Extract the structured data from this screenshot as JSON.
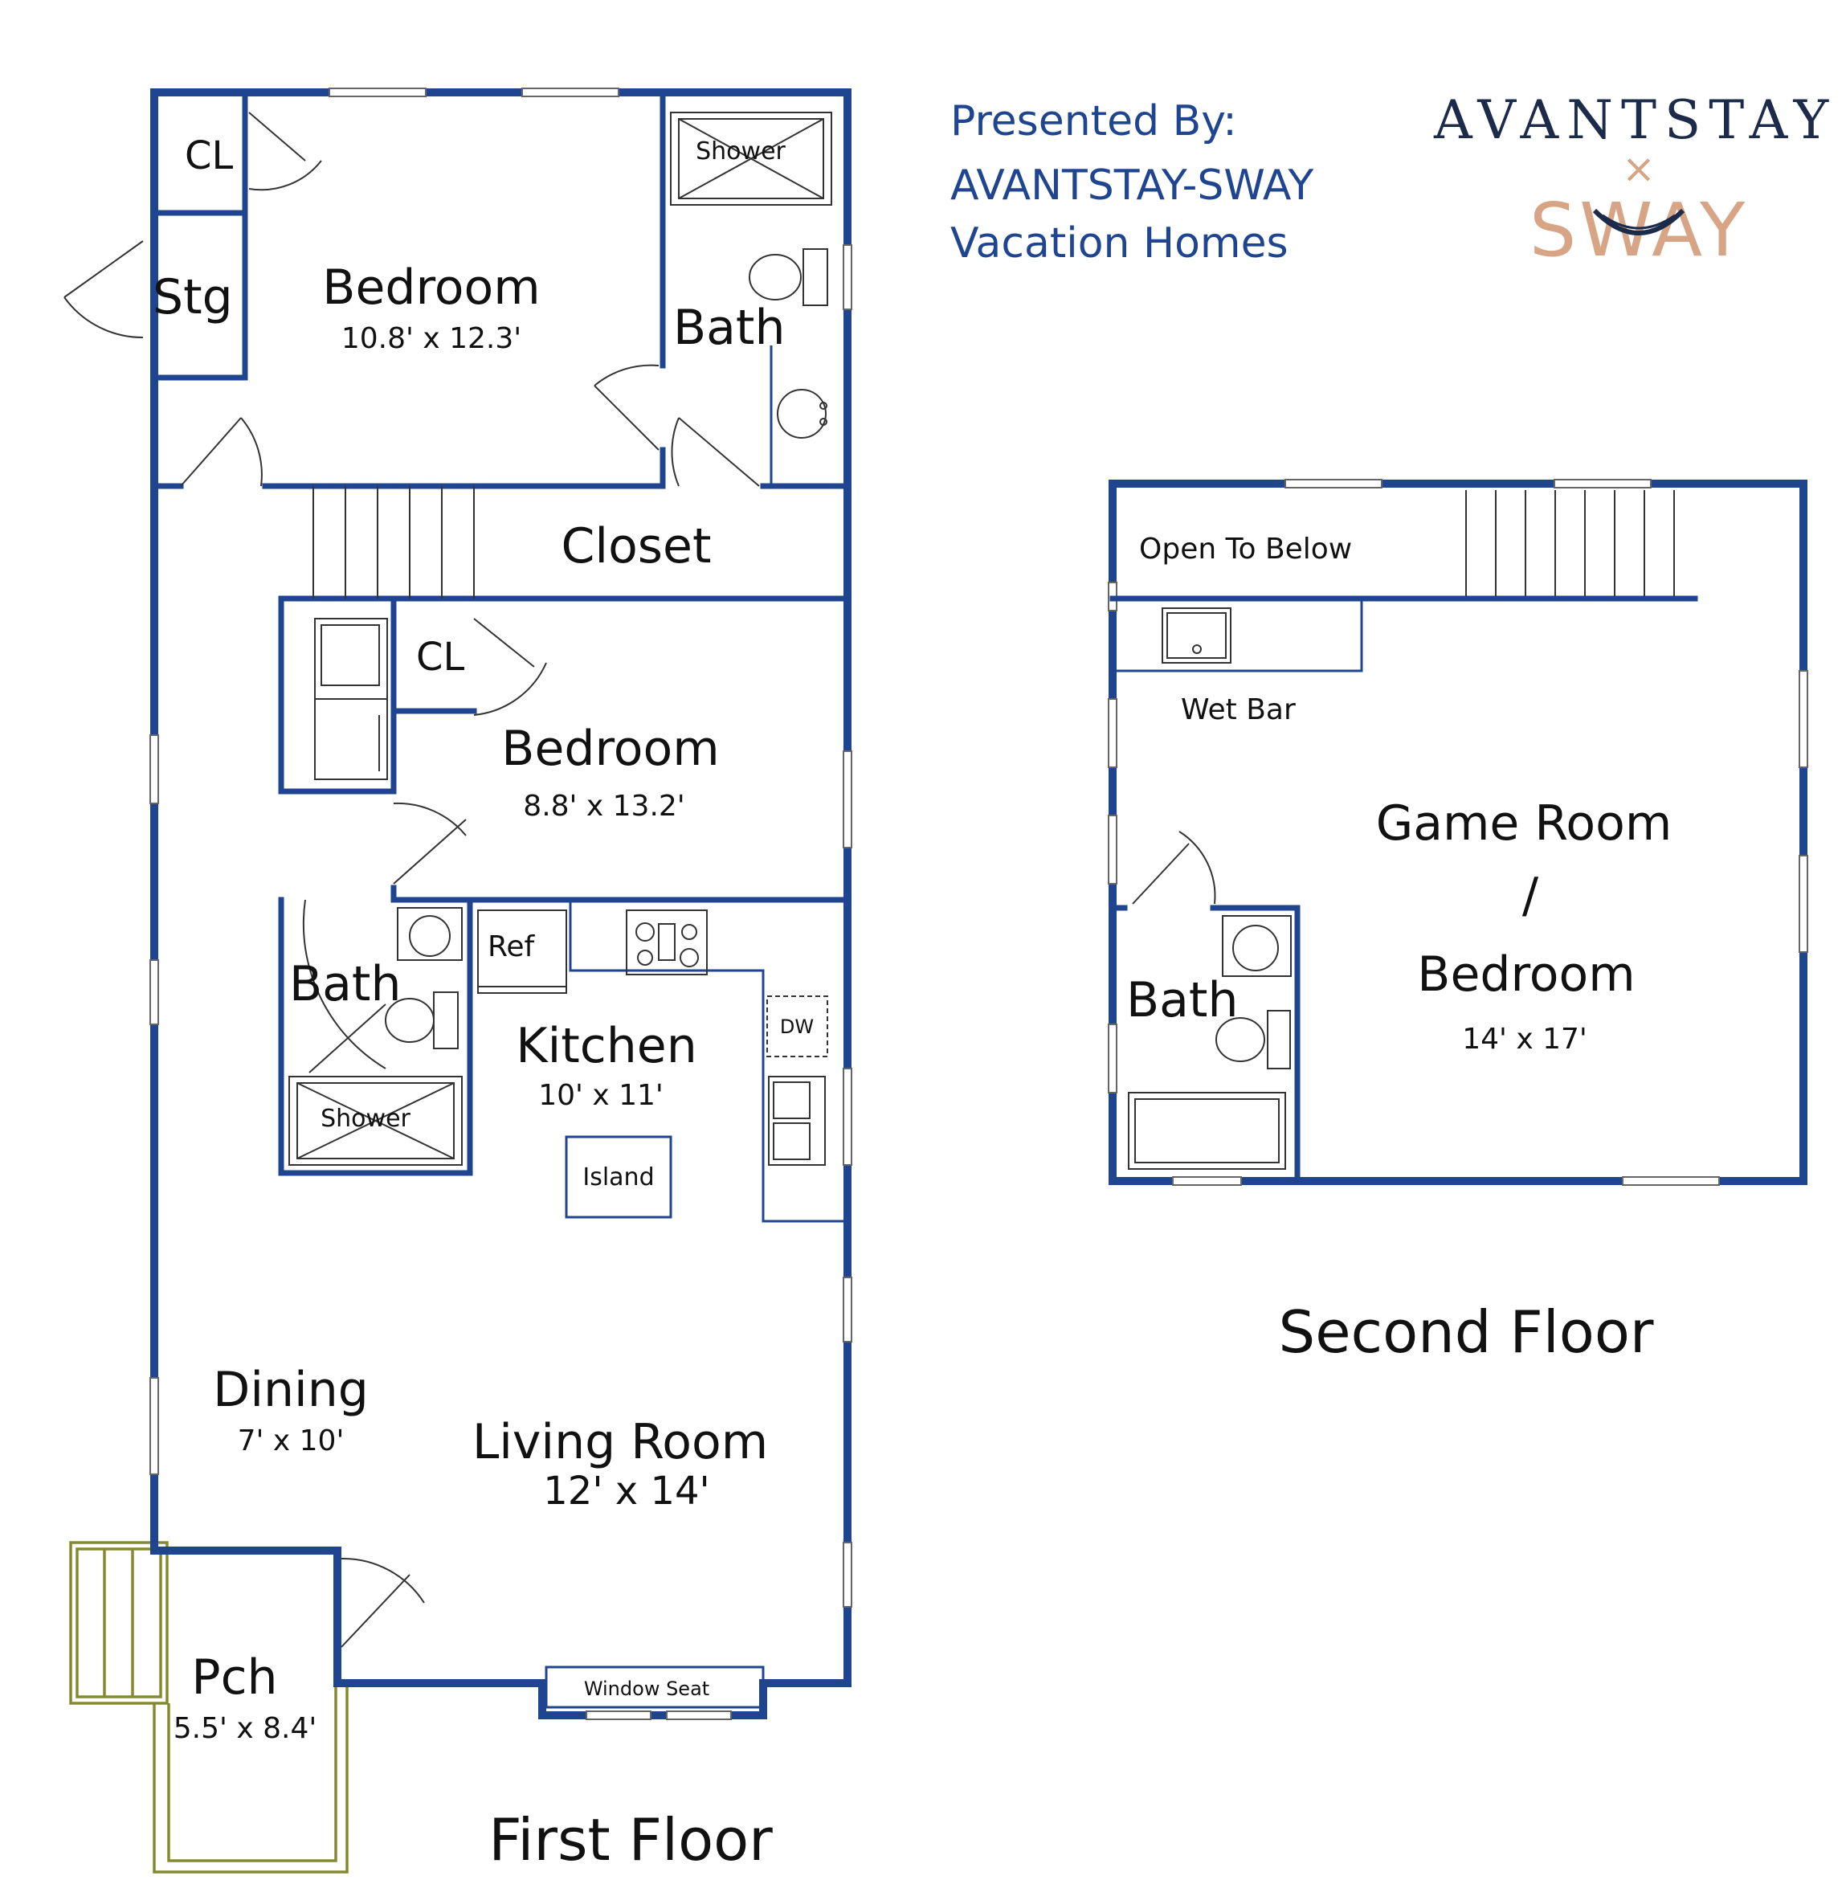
{
  "presenter": {
    "line1": "Presented By:",
    "line2": "AVANTSTAY-SWAY",
    "line3": "Vacation Homes"
  },
  "logo": {
    "brand_top": "AVANTSTAY",
    "separator": "×",
    "brand_bottom": "SWAY"
  },
  "first_floor": {
    "caption": "First Floor",
    "rooms": {
      "cl_top": "CL",
      "storage": "Stg",
      "bedroom1": {
        "name": "Bedroom",
        "size": "10.8' x 12.3'"
      },
      "shower1": "Shower",
      "bath1": "Bath",
      "closet": "Closet",
      "cl_mid": "CL",
      "bedroom2": {
        "name": "Bedroom",
        "size": "8.8' x 13.2'"
      },
      "bath2": "Bath",
      "shower2": "Shower",
      "ref": "Ref",
      "dw": "DW",
      "kitchen": {
        "name": "Kitchen",
        "size": "10' x 11'"
      },
      "island": "Island",
      "dining": {
        "name": "Dining",
        "size": "7' x 10'"
      },
      "living": {
        "name": "Living Room",
        "size": "12' x 14'"
      },
      "window_seat": "Window Seat",
      "porch": {
        "name": "Pch",
        "size": "5.5' x 8.4'"
      }
    }
  },
  "second_floor": {
    "caption": "Second Floor",
    "rooms": {
      "open_to_below": "Open To Below",
      "wet_bar": "Wet Bar",
      "game_room": {
        "line1": "Game Room",
        "line2": "/",
        "line3": "Bedroom",
        "size": "14' x 17'"
      },
      "bath": "Bath"
    }
  },
  "colors": {
    "wall": "#1f4590",
    "porch": "#858a32",
    "brand_dark": "#1c2b4a",
    "brand_accent": "#d7a586"
  }
}
